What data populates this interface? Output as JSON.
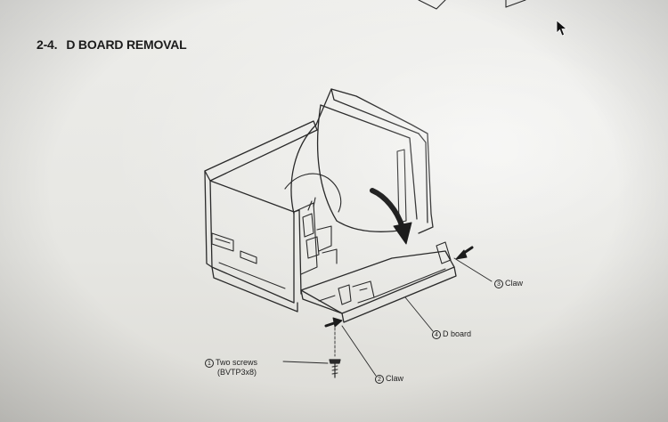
{
  "document": {
    "section_number": "2-4.",
    "section_title": "D BOARD REMOVAL"
  },
  "callouts": {
    "screws": {
      "number": "1",
      "text": "Two screws",
      "subtext": "(BVTP3x8)"
    },
    "claw_left": {
      "number": "2",
      "text": "Claw"
    },
    "claw_right": {
      "number": "3",
      "text": "Claw"
    },
    "d_board": {
      "number": "4",
      "text": "D board"
    }
  }
}
